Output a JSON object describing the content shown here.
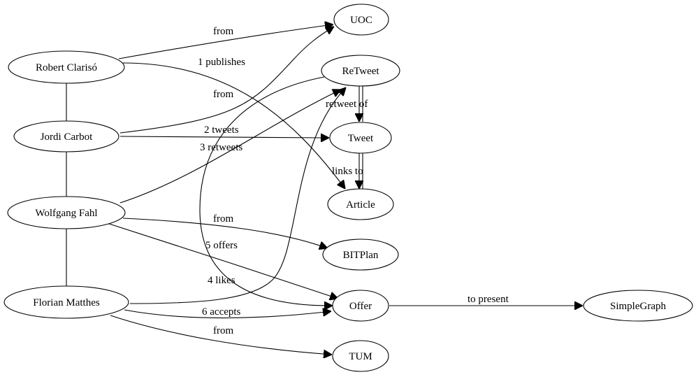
{
  "nodes": {
    "uoc": "UOC",
    "robert": "Robert Clarisó",
    "retweet": "ReTweet",
    "jordi": "Jordi Carbot",
    "tweet": "Tweet",
    "wolfgang": "Wolfgang Fahl",
    "article": "Article",
    "bitplan": "BITPlan",
    "florian": "Florian Matthes",
    "offer": "Offer",
    "simplegraph": "SimpleGraph",
    "tum": "TUM"
  },
  "edges": {
    "robert_uoc": "from",
    "robert_article": "1 publishes",
    "jordi_uoc": "from",
    "jordi_tweet": "2 tweets",
    "wolfgang_retweet": "3 retweets",
    "retweet_tweet": "retweet of",
    "tweet_article": "links to",
    "wolfgang_bitplan": "from",
    "wolfgang_offer": "5 offers",
    "florian_retweet": "4 likes",
    "florian_offer": "6 accepts",
    "offer_simplegraph": "to present",
    "florian_tum": "from"
  }
}
